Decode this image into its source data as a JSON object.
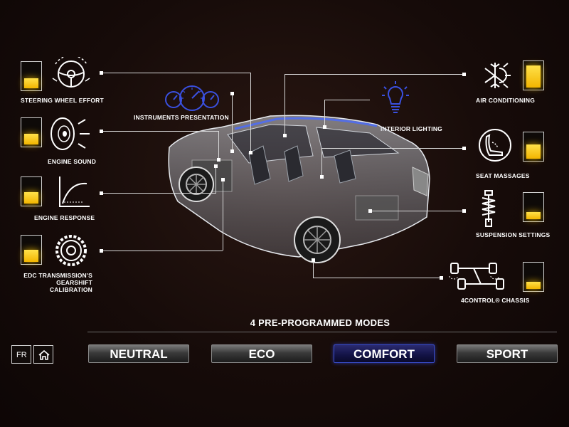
{
  "features_left": [
    {
      "label": "STEERING WHEEL EFFORT",
      "level": 0.42
    },
    {
      "label": "ENGINE SOUND",
      "level": 0.45
    },
    {
      "label": "ENGINE RESPONSE",
      "level": 0.48
    },
    {
      "label": "EDC TRANSMISSION'S",
      "label2": "GEARSHIFT CALIBRATION",
      "level": 0.5
    }
  ],
  "features_right": [
    {
      "label": "AIR CONDITIONING",
      "level": 0.92
    },
    {
      "label": "SEAT MASSAGES",
      "level": 0.58
    },
    {
      "label": "SUSPENSION SETTINGS",
      "level": 0.3
    },
    {
      "label": "4CONTROL® CHASSIS",
      "level": 0.3
    }
  ],
  "features_center": {
    "instruments": "INSTRUMENTS PRESENTATION",
    "interior_lighting": "INTERIOR LIGHTING"
  },
  "modes_title": "4 PRE-PROGRAMMED MODES",
  "modes": [
    "NEUTRAL",
    "ECO",
    "COMFORT",
    "SPORT"
  ],
  "active_mode": "COMFORT",
  "lang_button": "FR",
  "colors": {
    "gauge_fill": "#f5c400",
    "accent_blue": "#3a4fd0"
  }
}
